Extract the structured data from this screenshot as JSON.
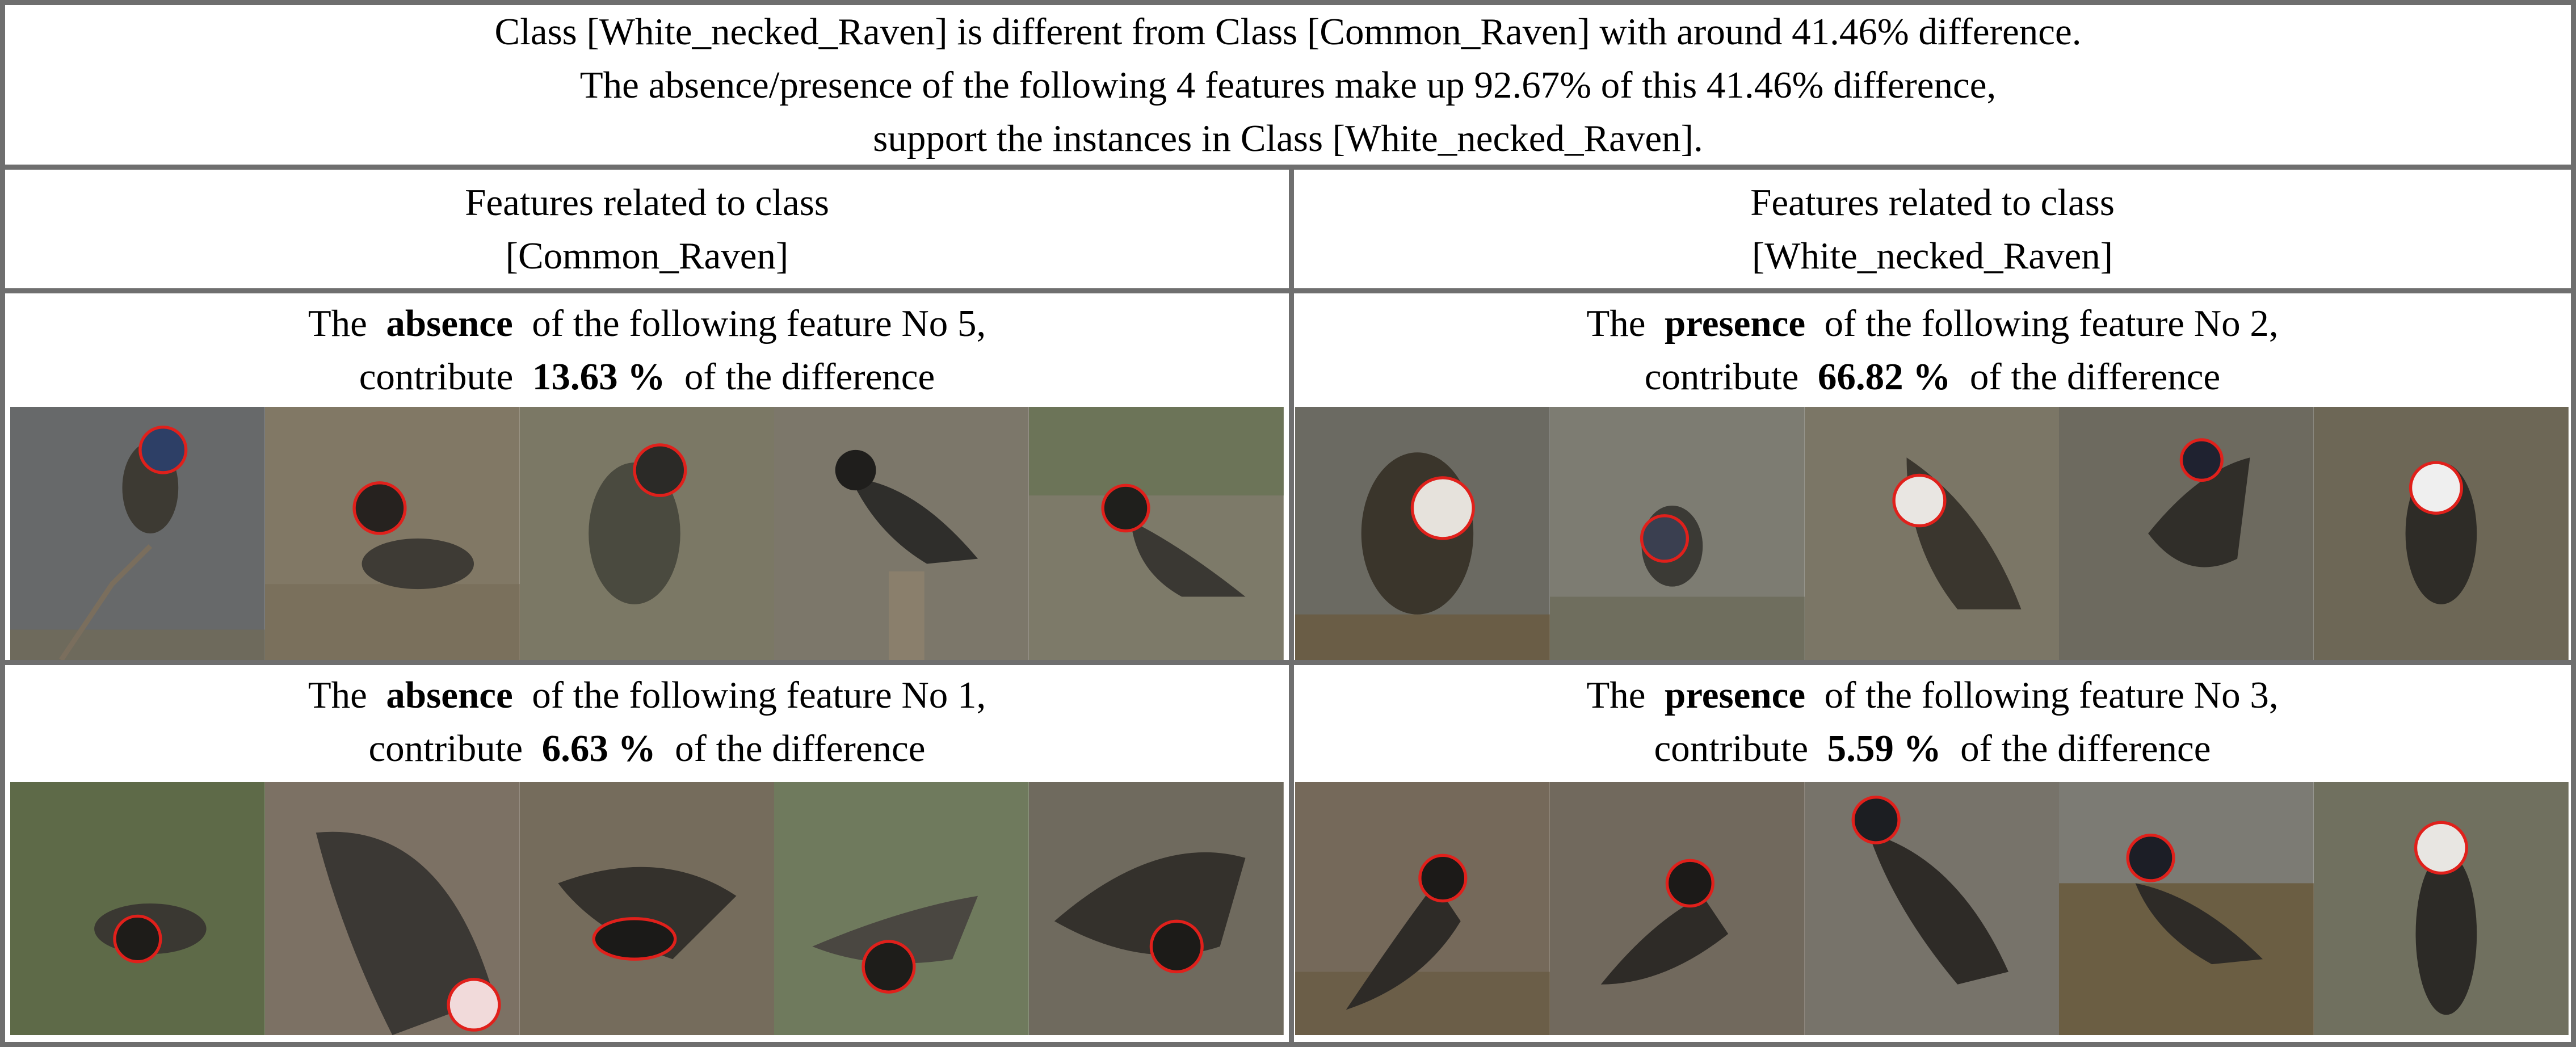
{
  "header": {
    "line1": "Class [White_necked_Raven] is different from Class [Common_Raven] with around 41.46% difference.",
    "line2": "The absence/presence of the following 4 features make up 92.67% of this 41.46% difference,",
    "line3": "support the instances in Class [White_necked_Raven]."
  },
  "columns": {
    "left": {
      "line1": "Features related to class",
      "line2": "[Common_Raven]"
    },
    "right": {
      "line1": "Features related to class",
      "line2": "[White_necked_Raven]"
    }
  },
  "caption_words": {
    "the": "The",
    "of_feature": "of the following feature No",
    "contribute": "contribute",
    "of_difference": "of the difference"
  },
  "panels": [
    {
      "kind": "absence",
      "feature_no": "5,",
      "contribution": "13.63 %"
    },
    {
      "kind": "presence",
      "feature_no": "2,",
      "contribution": "66.82 %"
    },
    {
      "kind": "absence",
      "feature_no": "1,",
      "contribution": "6.63 %"
    },
    {
      "kind": "presence",
      "feature_no": "3,",
      "contribution": "5.59 %"
    }
  ],
  "colors": {
    "border": "#6f6f6f",
    "highlight_outline": "#e0201b"
  }
}
